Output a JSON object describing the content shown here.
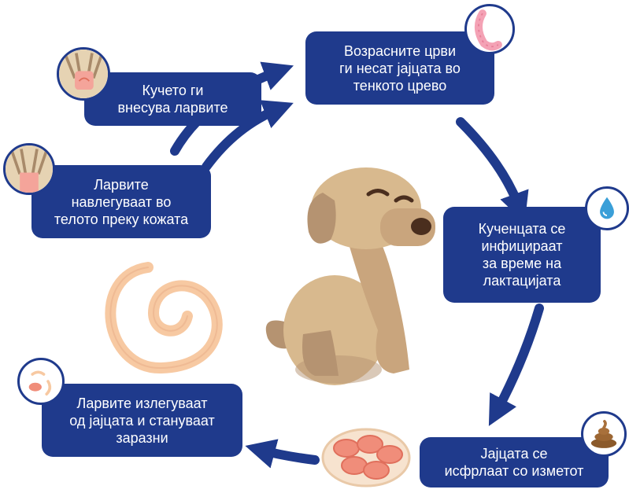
{
  "steps": {
    "adult_worms": "Возрасните црви\nги несат јајцата во\nтенкото црево",
    "puppies_lactation": "Кученцата се\nинфицираат\nза време на\nлактацијата",
    "eggs_feces": "Јајцата се\nисфрлаат со изметот",
    "larvae_hatch": "Ларвите излегуваат\nод јајцата и стануваат\nзаразни",
    "skin_penetration": "Ларвите\nнавлегуваат во\nтелото преку кожата",
    "dog_ingests": "Кучето ги\nвнесува ларвите"
  },
  "colors": {
    "box": "#1f3a8c",
    "arrow": "#1f3a8c",
    "dog_light": "#d8b98e",
    "dog_dark": "#b59371",
    "worm": "#f7c9a2",
    "egg": "#f08d7a"
  },
  "icons": [
    "intestine-icon",
    "water-drop-icon",
    "feces-icon",
    "larvae-icon",
    "skin-larva-icon",
    "dog-ingest-icon"
  ]
}
